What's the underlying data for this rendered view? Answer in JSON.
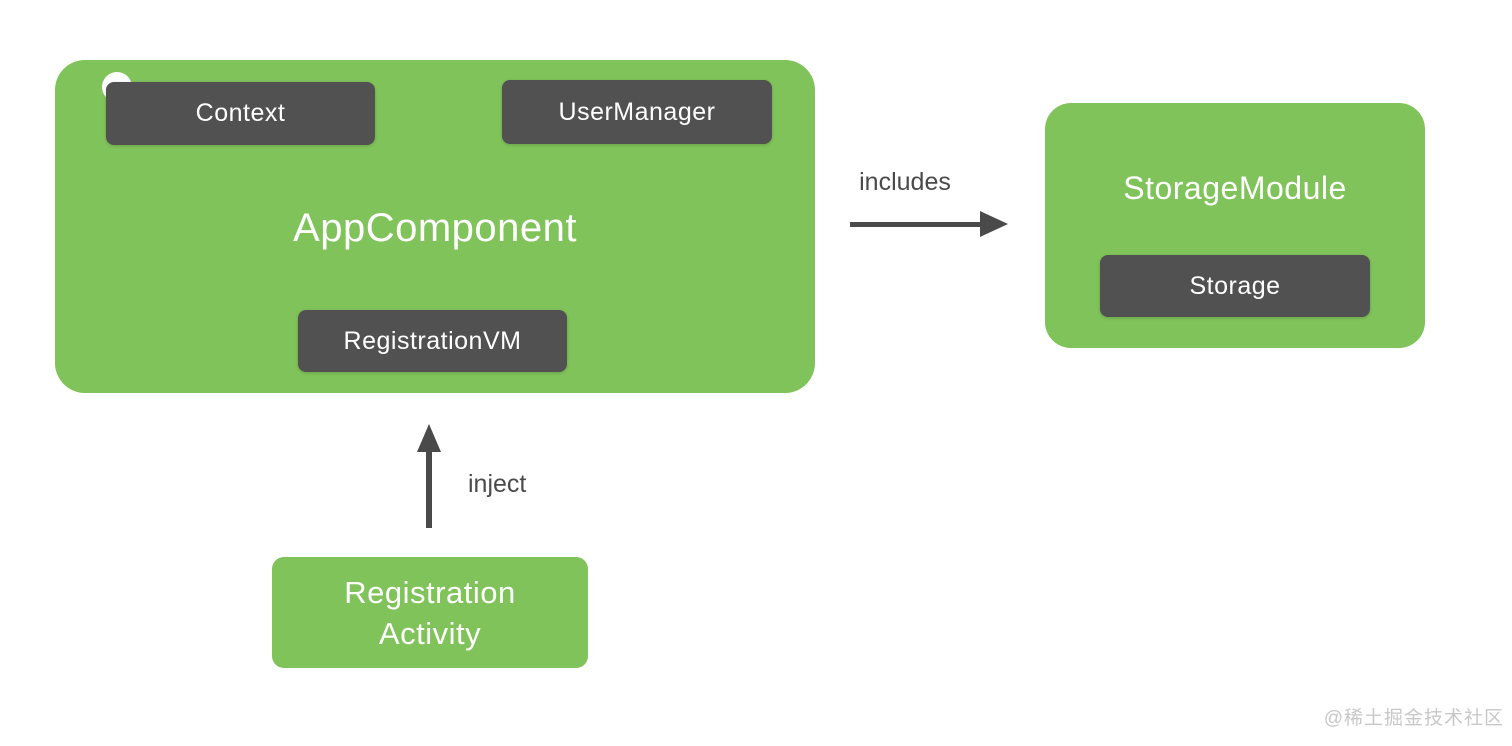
{
  "diagram": {
    "app_component": {
      "title": "AppComponent",
      "dependencies": {
        "context": "Context",
        "user_manager": "UserManager",
        "registration_vm": "RegistrationVM"
      }
    },
    "storage_module": {
      "title": "StorageModule",
      "dependencies": {
        "storage": "Storage"
      }
    },
    "registration_activity": {
      "label_line1": "Registration",
      "label_line2": "Activity"
    },
    "arrows": {
      "includes_label": "includes",
      "inject_label": "inject"
    },
    "watermark": "@稀土掘金技术社区",
    "colors": {
      "component_green": "#80c35a",
      "dependency_gray": "#515151",
      "arrow_gray": "#4a4a4a",
      "text_white": "#ffffff",
      "watermark_gray": "#c8c8c8",
      "background": "#ffffff"
    }
  }
}
